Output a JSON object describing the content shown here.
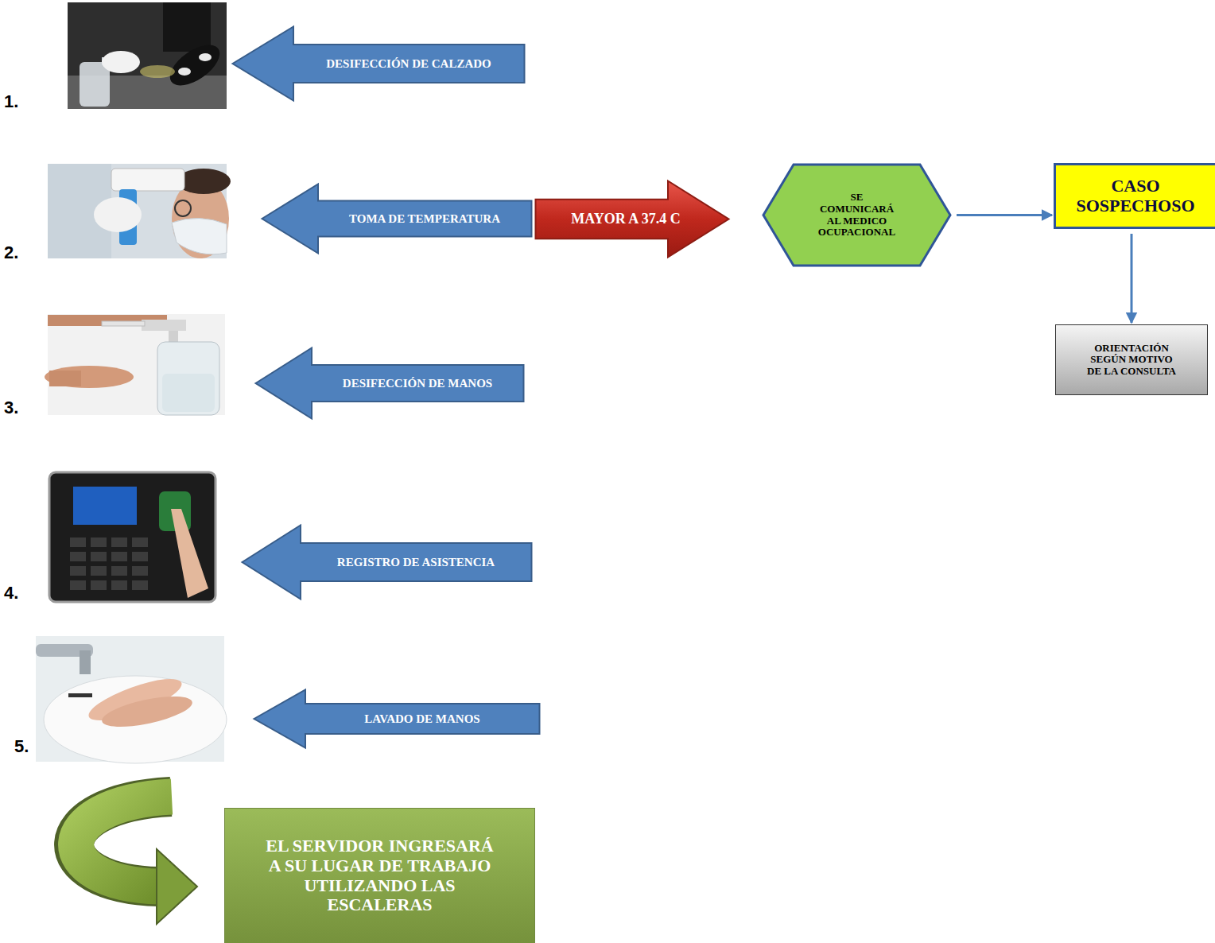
{
  "diagram": {
    "nodes": [
      {
        "text": [
          "DESIFECCIÓN DE CALZADO"
        ]
      },
      {
        "text": [
          "TOMA DE TEMPERATURA"
        ]
      },
      {
        "text": [
          "MAYOR A 37.4 C"
        ]
      },
      {
        "text": [
          "SE COMUNICARÁ AL MEDICO OCUPACIONAL"
        ]
      },
      {
        "text": [
          "CASO SOSPECHOSO"
        ]
      },
      {
        "text": [
          "ORIENTACIÓN SEGÚN MOTIVO DE LA CONSULTA"
        ]
      },
      {
        "text": [
          "DESIFECCIÓN DE MANOS"
        ]
      },
      {
        "text": [
          "REGISTRO DE ASISTENCIA"
        ]
      },
      {
        "text": [
          "LAVADO DE MANOS"
        ]
      },
      {
        "text": [
          "EL SERVIDOR INGRESARÁ A SU LUGAR DE TRABAJO UTILIZANDO LAS ESCALERAS"
        ]
      }
    ],
    "edges": [
      {
        "from": 3,
        "to": 4,
        "arrow": "to"
      },
      {
        "from": 4,
        "to": 5,
        "arrow": "to"
      }
    ],
    "labels": [
      "1.",
      "2.",
      "3.",
      "4.",
      "5."
    ]
  }
}
